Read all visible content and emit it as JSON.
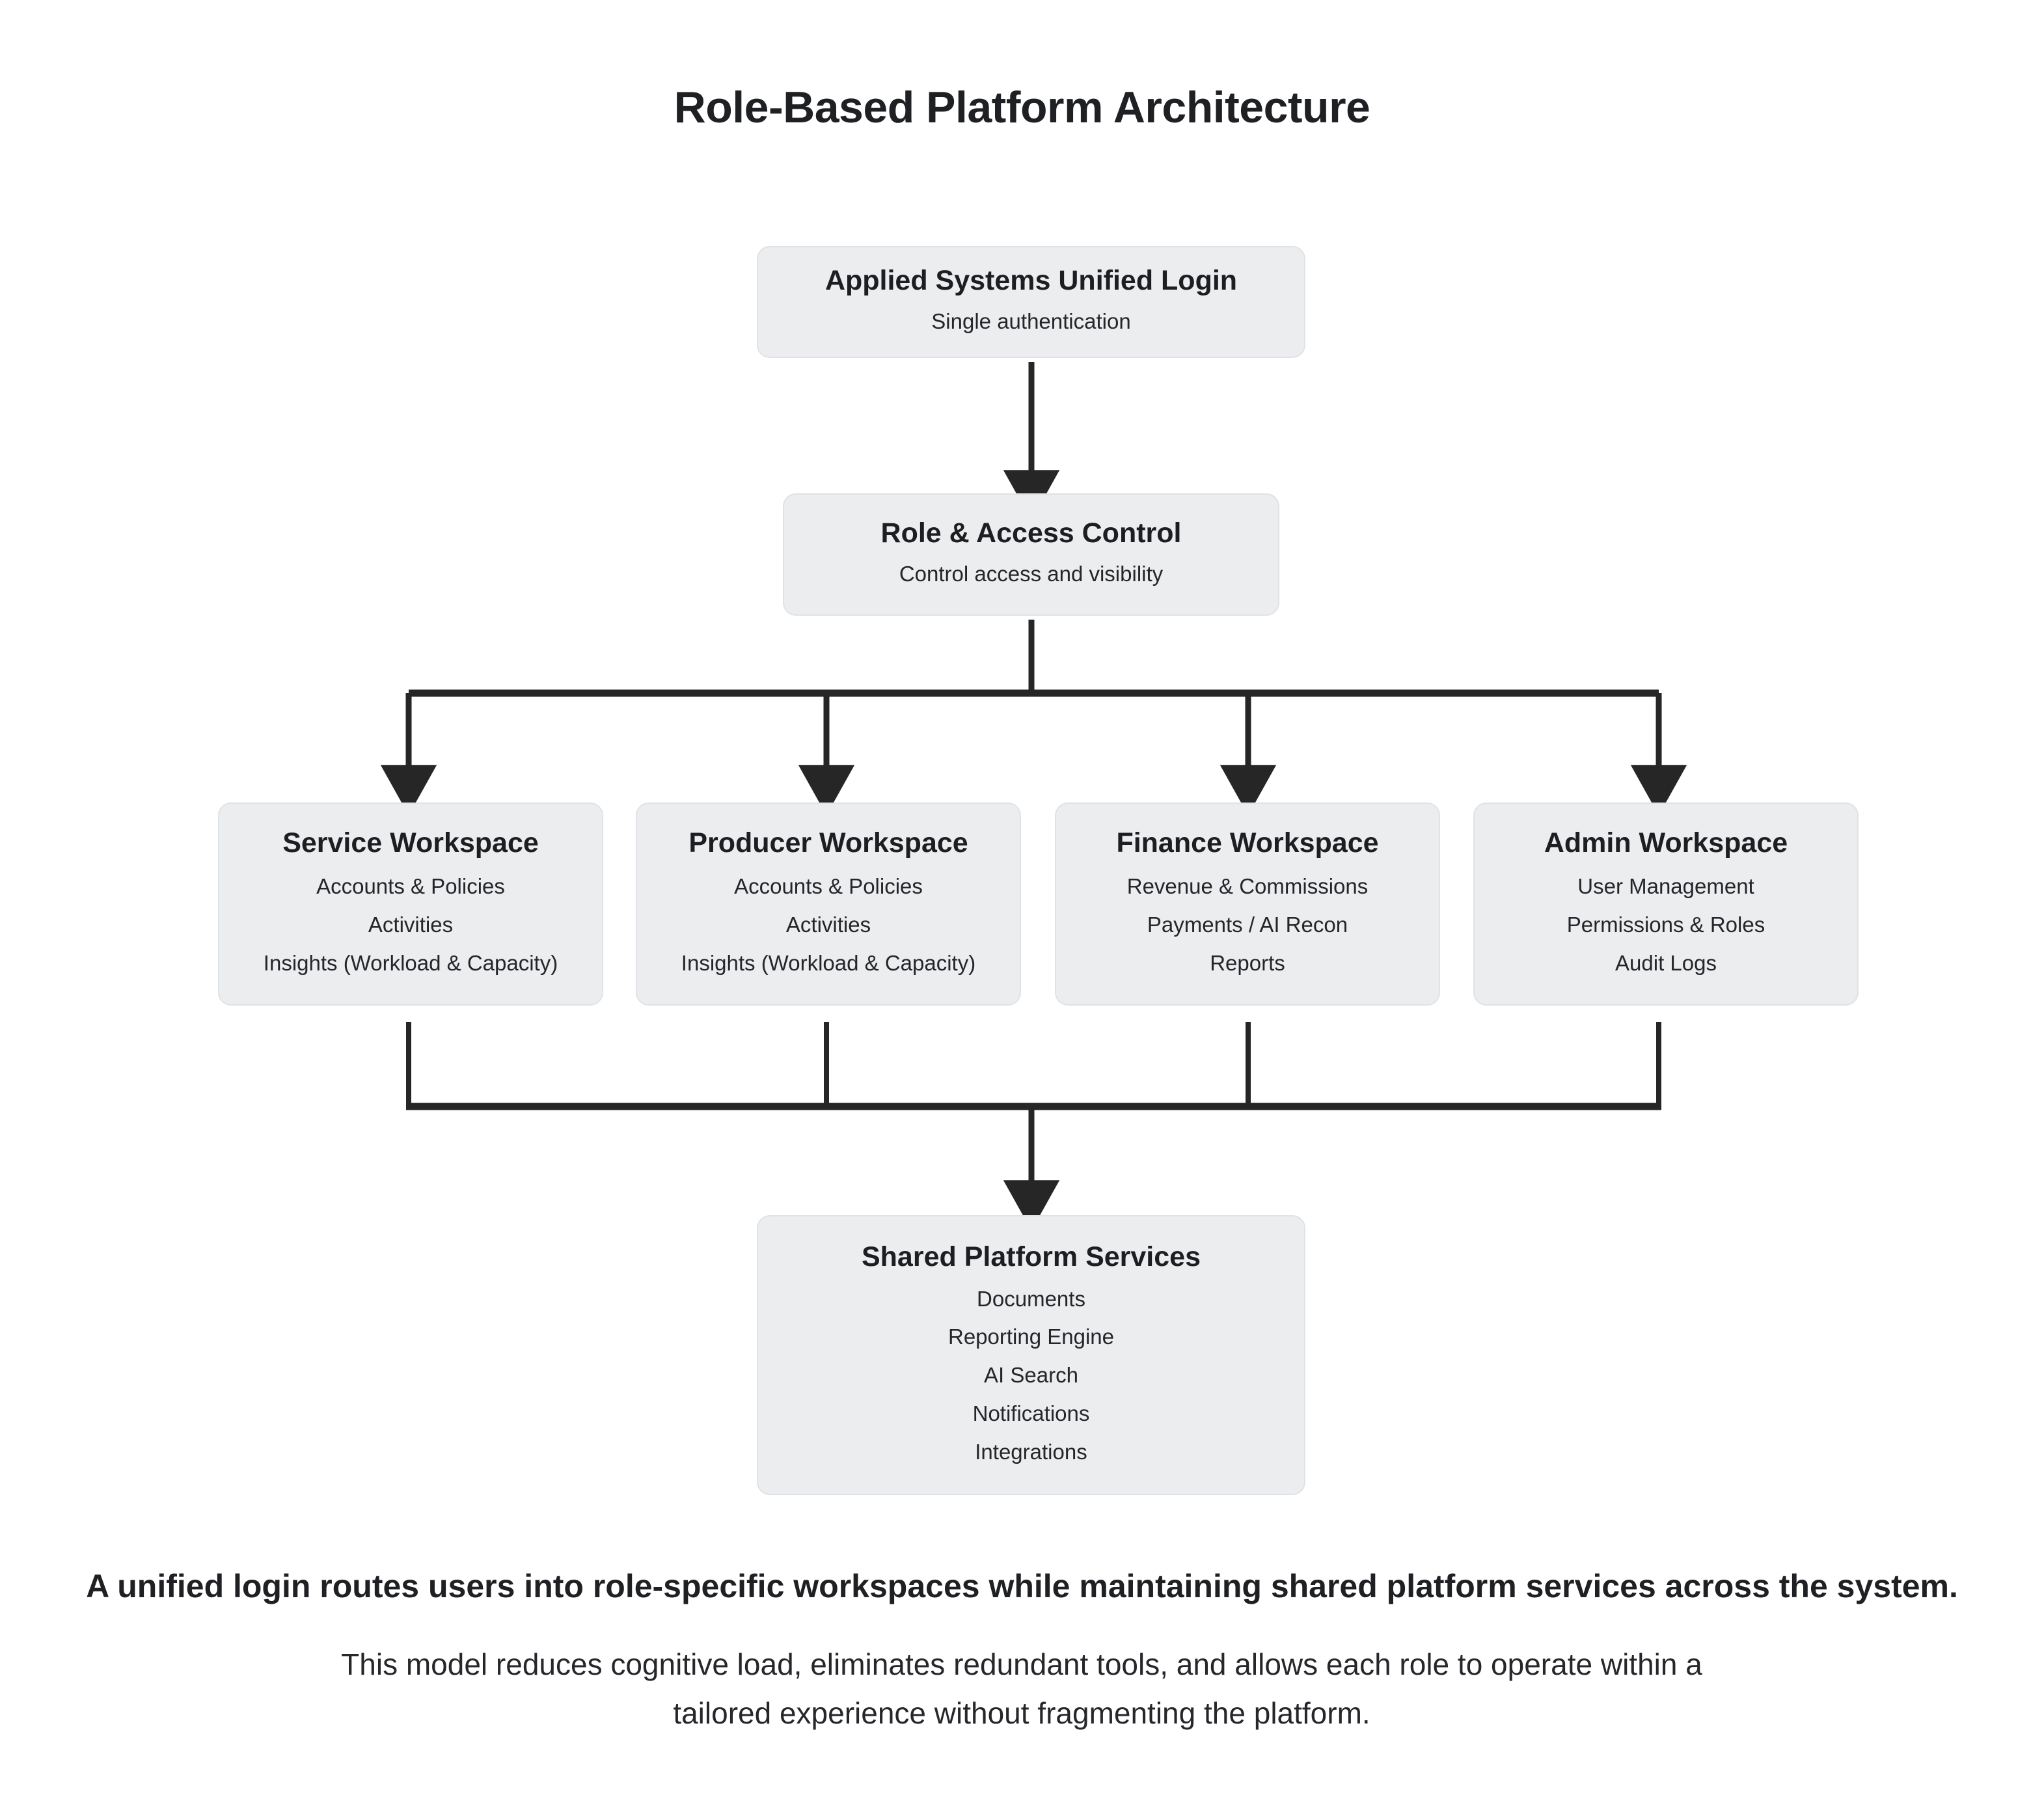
{
  "diagram": {
    "title": "Role-Based Platform Architecture",
    "type": "flowchart",
    "colors": {
      "node_fill": "#ecedef",
      "node_border": "#dfe2e6",
      "connector": "#262626",
      "text": "#1f2023",
      "background": "#ffffff"
    },
    "nodes": {
      "login": {
        "title": "Applied Systems Unified Login",
        "subtitle": "Single authentication"
      },
      "role_access_control": {
        "title": "Role & Access Control",
        "subtitle": "Control access and visibility"
      },
      "workspace_service": {
        "title": "Service Workspace",
        "items": [
          "Accounts & Policies",
          "Activities",
          "Insights (Workload & Capacity)"
        ]
      },
      "workspace_producer": {
        "title": "Producer Workspace",
        "items": [
          "Accounts & Policies",
          "Activities",
          "Insights (Workload & Capacity)"
        ]
      },
      "workspace_finance": {
        "title": "Finance Workspace",
        "items": [
          "Revenue & Commissions",
          "Payments / AI Recon",
          "Reports"
        ]
      },
      "workspace_admin": {
        "title": "Admin Workspace",
        "items": [
          "User Management",
          "Permissions & Roles",
          "Audit Logs"
        ]
      },
      "shared_services": {
        "title": "Shared Platform Services",
        "items": [
          "Documents",
          "Reporting Engine",
          "AI Search",
          "Notifications",
          "Integrations"
        ]
      }
    },
    "edges": [
      {
        "from": "login",
        "to": "role_access_control",
        "style": "arrow-down"
      },
      {
        "from": "role_access_control",
        "to": "workspace_service",
        "style": "arrow-down-fanout"
      },
      {
        "from": "role_access_control",
        "to": "workspace_producer",
        "style": "arrow-down-fanout"
      },
      {
        "from": "role_access_control",
        "to": "workspace_finance",
        "style": "arrow-down-fanout"
      },
      {
        "from": "role_access_control",
        "to": "workspace_admin",
        "style": "arrow-down-fanout"
      },
      {
        "from": "workspace_service",
        "to": "shared_services",
        "style": "merge-down"
      },
      {
        "from": "workspace_producer",
        "to": "shared_services",
        "style": "merge-down"
      },
      {
        "from": "workspace_finance",
        "to": "shared_services",
        "style": "merge-down"
      },
      {
        "from": "workspace_admin",
        "to": "shared_services",
        "style": "merge-down"
      }
    ]
  },
  "footer": {
    "lead": "A unified login routes users into role-specific workspaces while maintaining shared platform services across the system.",
    "body": "This model reduces cognitive load, eliminates redundant tools, and allows each role to operate within a tailored experience without fragmenting the platform."
  }
}
